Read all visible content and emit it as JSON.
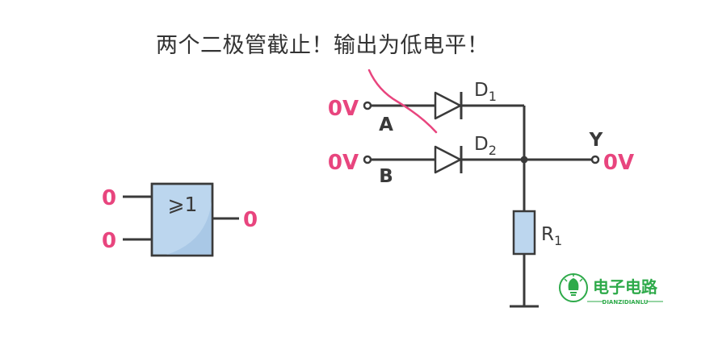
{
  "caption": "两个二极管截止！输出为低电平！",
  "gate": {
    "symbol": "⩾1",
    "input_1": "0",
    "input_2": "0",
    "output": "0"
  },
  "circuit": {
    "input_a_voltage": "0V",
    "input_a_label": "A",
    "input_b_voltage": "0V",
    "input_b_label": "B",
    "diode_1": {
      "letter": "D",
      "subscript": "1"
    },
    "diode_2": {
      "letter": "D",
      "subscript": "2"
    },
    "resistor": {
      "letter": "R",
      "subscript": "1"
    },
    "output_label": "Y",
    "output_voltage": "0V"
  },
  "watermark": {
    "title": "电子电路",
    "subtitle": "DIANZIDIANLU"
  },
  "colors": {
    "accent_pink": "#E8457E",
    "wire": "#3a3a3a",
    "gate_fill": "#bcd6ee",
    "gate_fill_dark": "#a9c8e6",
    "resistor_fill": "#bcd6ee",
    "watermark_green": "#2eaa4a"
  }
}
